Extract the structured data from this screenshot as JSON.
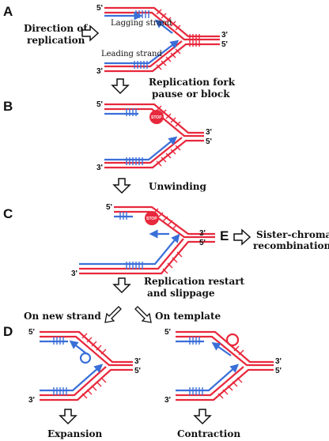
{
  "colors": {
    "parental": "#e8283c",
    "nascent": "#3a6fd8",
    "stop": "#e8283c",
    "arrow_outline": "#111111"
  },
  "panels": {
    "a": "A",
    "b": "B",
    "c": "C",
    "d": "D",
    "e": "E"
  },
  "panel_a": {
    "direction_label_line1": "Direction of",
    "direction_label_line2": "replication",
    "lagging_label": "Lagging strand",
    "leading_label": "Leading strand"
  },
  "steps": {
    "ab_line1": "Replication fork",
    "ab_line2": "pause or block",
    "bc": "Unwinding",
    "cd_line1": "Replication restart",
    "cd_line2": "and slippage",
    "e_line1": "Sister-chromatid",
    "e_line2": "recombination",
    "on_new_strand": "On new strand",
    "on_template": "On template",
    "expansion": "Expansion",
    "contraction": "Contraction"
  },
  "stop_sign": "STOP",
  "strand_ends": {
    "five_prime": "5'",
    "three_prime": "3'"
  }
}
